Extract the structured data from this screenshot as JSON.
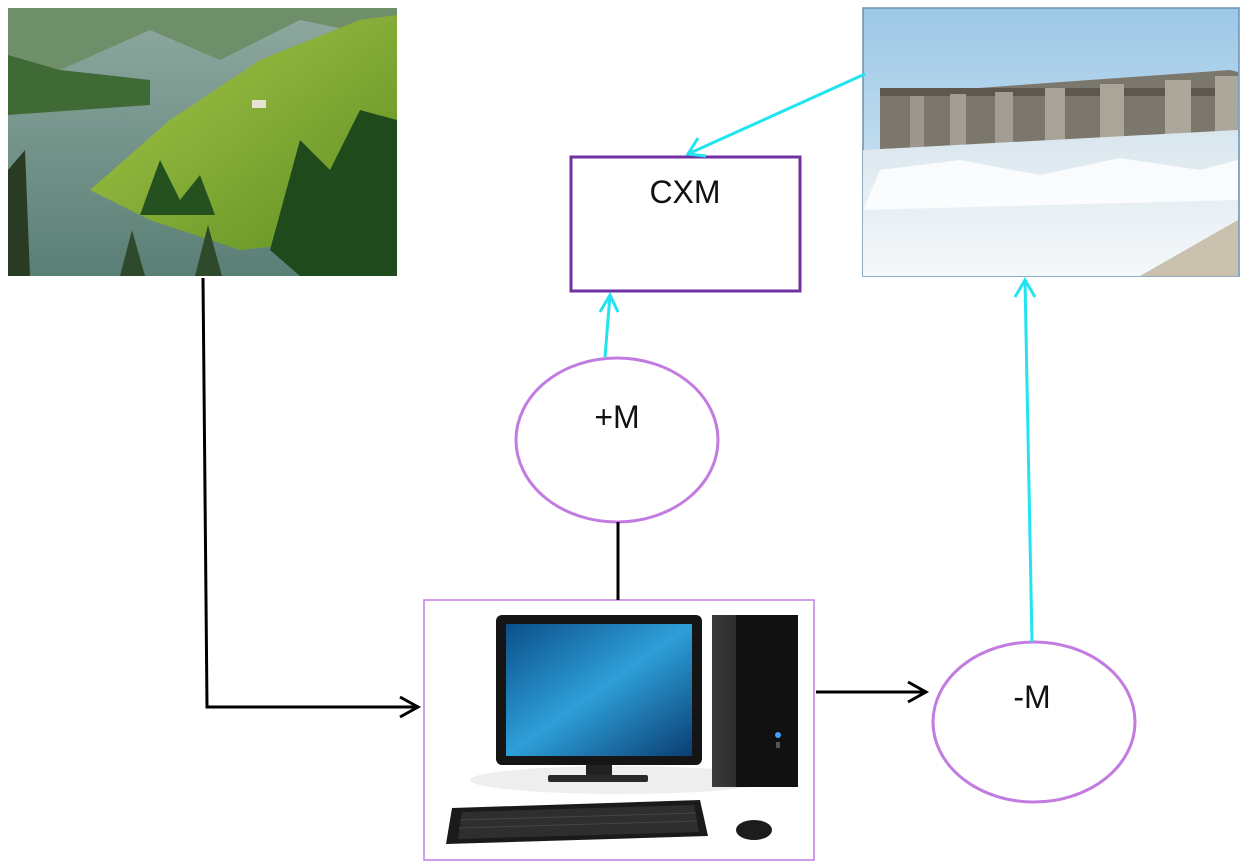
{
  "nodes": {
    "cxm_box": {
      "label": "CXM"
    },
    "plus_m": {
      "label": "+M"
    },
    "minus_m": {
      "label": "-M"
    }
  },
  "images": {
    "lake_landscape": "lake-landscape-photo",
    "dam_spillway": "dam-spillway-photo",
    "computer": "desktop-computer-image"
  },
  "colors": {
    "box_border": "#7030A0",
    "ellipse_border": "#C27BE0",
    "cyan_arrow": "#22E3F0",
    "black_arrow": "#000000"
  }
}
